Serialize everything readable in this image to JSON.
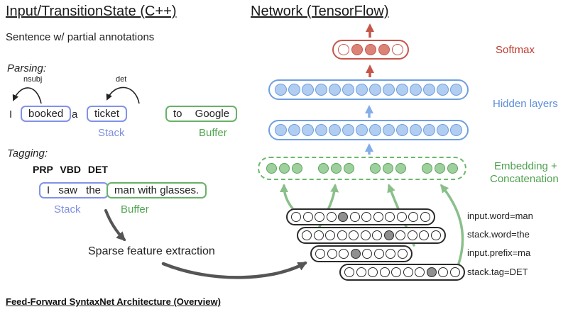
{
  "titles": {
    "left": "Input/TransitionState (C++)",
    "right": "Network (TensorFlow)"
  },
  "subtitle": "Sentence w/ partial annotations",
  "parsing": {
    "label": "Parsing:",
    "arc_labels": [
      "nsubj",
      "det"
    ],
    "tokens": {
      "t1": "I",
      "t2": "booked",
      "t3": "a",
      "t4": "ticket",
      "buffer": "to Google"
    },
    "stack_label": "Stack",
    "buffer_label": "Buffer"
  },
  "tagging": {
    "label": "Tagging:",
    "pos_tags": "PRP VBD DET",
    "stack_text": "I saw the",
    "buffer_text": "man with glasses.",
    "stack_label": "Stack",
    "buffer_label": "Buffer"
  },
  "sparse_label": "Sparse feature extraction",
  "network": {
    "softmax": {
      "label": "Softmax",
      "count": 5,
      "filled": [
        1,
        2,
        3
      ]
    },
    "hidden_label": "Hidden layers",
    "hidden1": {
      "count": 14,
      "filled": []
    },
    "hidden2": {
      "count": 14,
      "filled": []
    },
    "embedding_label_1": "Embedding +",
    "embedding_label_2": "Concatenation",
    "embedding_groups": [
      {
        "count": 3
      },
      {
        "count": 3
      },
      {
        "count": 3
      },
      {
        "count": 3
      }
    ],
    "features": [
      {
        "label": "input.word=man",
        "count": 12,
        "filled": [
          4
        ]
      },
      {
        "label": "stack.word=the",
        "count": 12,
        "filled": [
          7
        ]
      },
      {
        "label": "input.prefix=ma",
        "count": 8,
        "filled": [
          3
        ]
      },
      {
        "label": "stack.tag=DET",
        "count": 10,
        "filled": [
          7
        ]
      }
    ]
  },
  "footer": "Feed-Forward SyntaxNet Architecture (Overview)",
  "colors": {
    "softmax_red": "#c0493f",
    "hidden_blue": "#6f9fe0",
    "embedding_green": "#5aa85a",
    "stack_blue": "#7f8fe0",
    "buffer_green": "#52a552",
    "arrow_gray": "#555555"
  }
}
